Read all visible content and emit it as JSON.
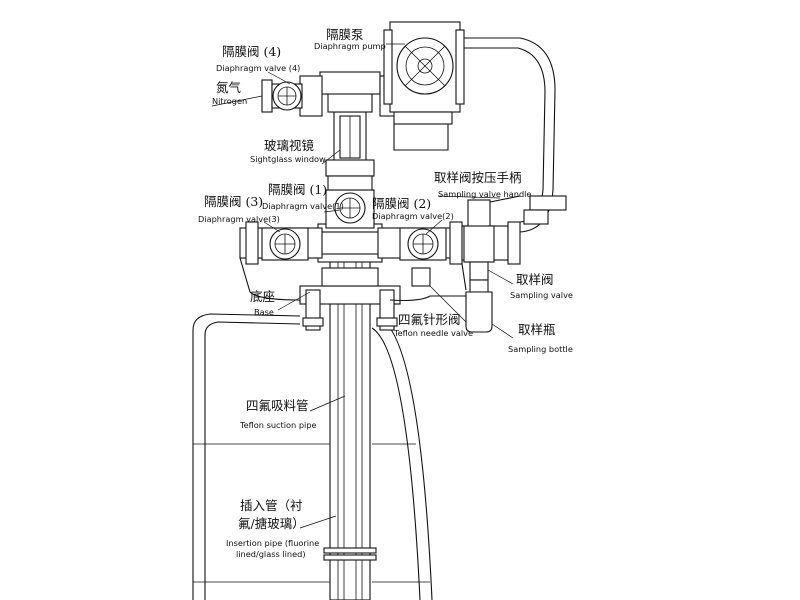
{
  "labels": {
    "pump": {
      "zh": "隔膜泵",
      "en": "Diaphragm pump"
    },
    "dv4": {
      "zh": "隔膜阀 (4)",
      "en": "Diaphragm valve (4)"
    },
    "n2": {
      "zh": "氮气",
      "en": "Nitrogen"
    },
    "sight": {
      "zh": "玻璃视镜",
      "en": "Sightglass window"
    },
    "dv1": {
      "zh": "隔膜阀 (1)",
      "en": "Diaphragm valve(1)"
    },
    "dv3": {
      "zh": "隔膜阀 (3)",
      "en": "Diaphragm valve(3)"
    },
    "dv2": {
      "zh": "隔膜阀 (2)",
      "en": "Diaphragm valve(2)"
    },
    "handle": {
      "zh": "取样阀按压手柄",
      "en": "Sampling valve handle"
    },
    "sv": {
      "zh": "取样阀",
      "en": "Sampling valve"
    },
    "base": {
      "zh": "底座",
      "en": "Base"
    },
    "needle": {
      "zh": "四氟针形阀",
      "en": "Teflon needle valve"
    },
    "bottle": {
      "zh": "取样瓶",
      "en": "Sampling bottle"
    },
    "suction": {
      "zh": "四氟吸料管",
      "en": "Teflon suction pipe"
    },
    "insert": {
      "zh1": "插入管（衬",
      "zh2": "氟/搪玻璃）",
      "en1": "Insertion pipe (fluorine",
      "en2": "lined/glass lined)"
    }
  }
}
